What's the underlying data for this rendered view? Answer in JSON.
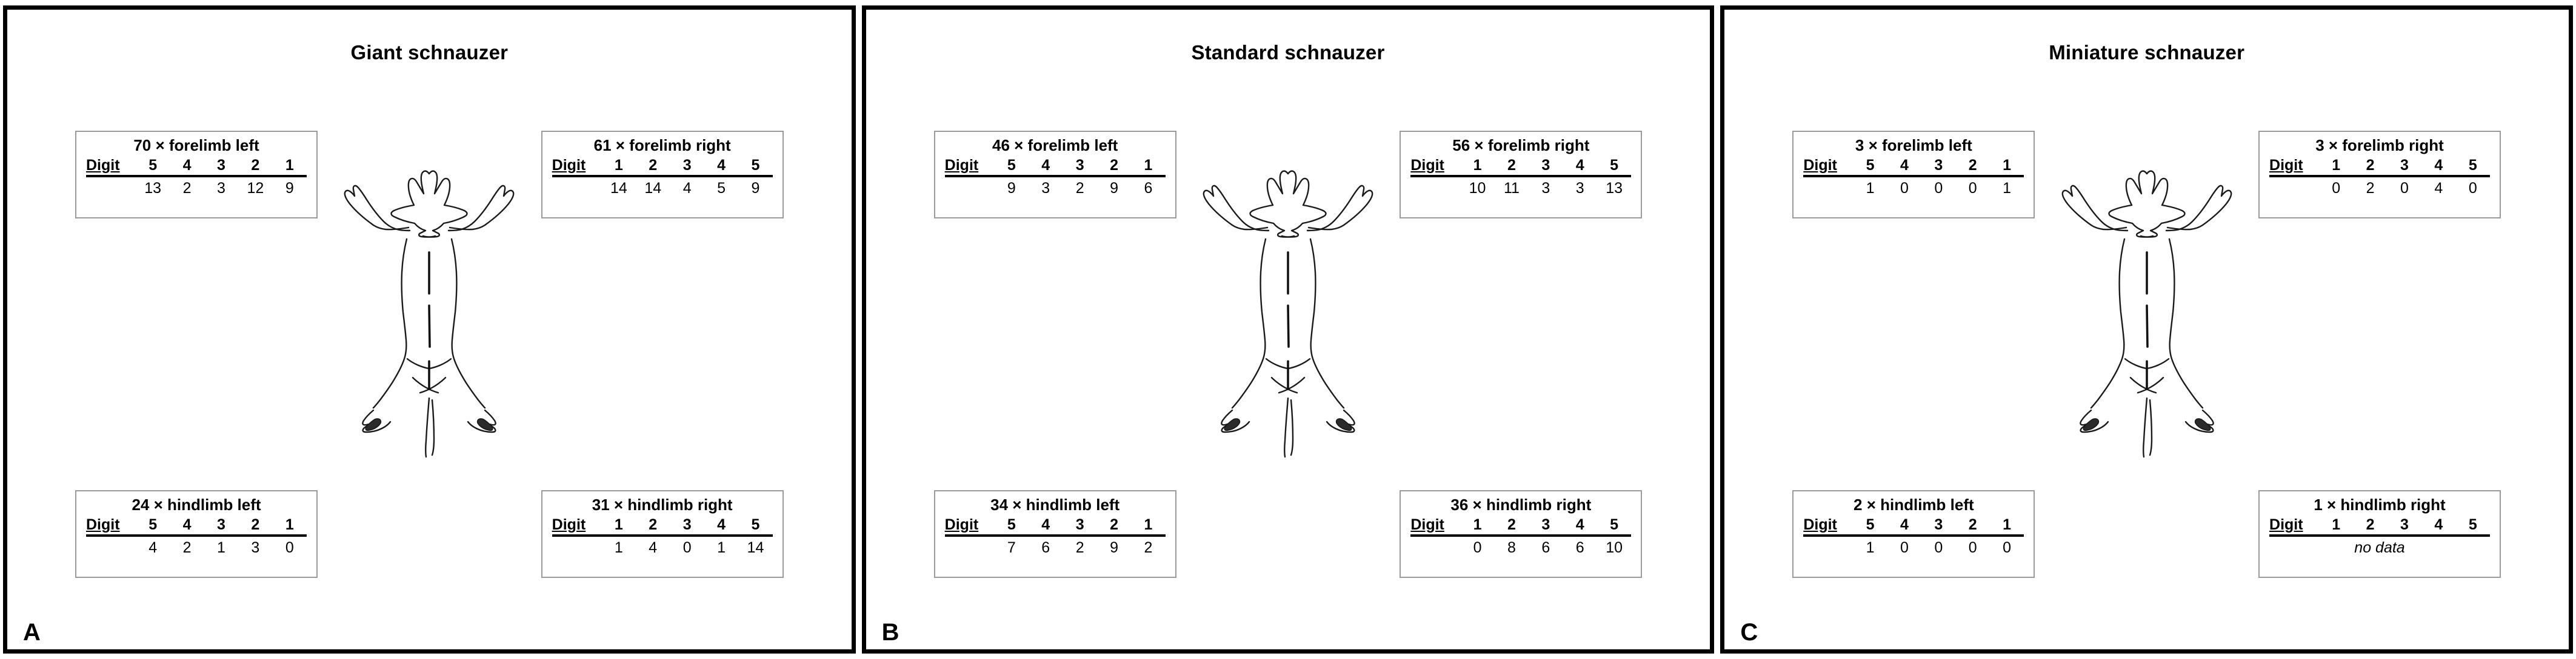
{
  "figure": {
    "panels": [
      {
        "letter": "A",
        "title": "Giant schnauzer",
        "boxes": {
          "forelimb_left": {
            "title": "70 × forelimb left",
            "digit_label": "Digit",
            "digits": [
              "5",
              "4",
              "3",
              "2",
              "1"
            ],
            "values": [
              "13",
              "2",
              "3",
              "12",
              "9"
            ],
            "count": 70,
            "limb": "forelimb",
            "side": "left"
          },
          "forelimb_right": {
            "title": "61 × forelimb right",
            "digit_label": "Digit",
            "digits": [
              "1",
              "2",
              "3",
              "4",
              "5"
            ],
            "values": [
              "14",
              "14",
              "4",
              "5",
              "9"
            ],
            "count": 61,
            "limb": "forelimb",
            "side": "right"
          },
          "hindlimb_left": {
            "title": "24 × hindlimb left",
            "digit_label": "Digit",
            "digits": [
              "5",
              "4",
              "3",
              "2",
              "1"
            ],
            "values": [
              "4",
              "2",
              "1",
              "3",
              "0"
            ],
            "count": 24,
            "limb": "hindlimb",
            "side": "left"
          },
          "hindlimb_right": {
            "title": "31 × hindlimb right",
            "digit_label": "Digit",
            "digits": [
              "1",
              "2",
              "3",
              "4",
              "5"
            ],
            "values": [
              "1",
              "4",
              "0",
              "1",
              "14"
            ],
            "count": 31,
            "limb": "hindlimb",
            "side": "right"
          }
        }
      },
      {
        "letter": "B",
        "title": "Standard schnauzer",
        "boxes": {
          "forelimb_left": {
            "title": "46 × forelimb left",
            "digit_label": "Digit",
            "digits": [
              "5",
              "4",
              "3",
              "2",
              "1"
            ],
            "values": [
              "9",
              "3",
              "2",
              "9",
              "6"
            ],
            "count": 46,
            "limb": "forelimb",
            "side": "left"
          },
          "forelimb_right": {
            "title": "56 × forelimb right",
            "digit_label": "Digit",
            "digits": [
              "1",
              "2",
              "3",
              "4",
              "5"
            ],
            "values": [
              "10",
              "11",
              "3",
              "3",
              "13"
            ],
            "count": 56,
            "limb": "forelimb",
            "side": "right"
          },
          "hindlimb_left": {
            "title": "34 × hindlimb left",
            "digit_label": "Digit",
            "digits": [
              "5",
              "4",
              "3",
              "2",
              "1"
            ],
            "values": [
              "7",
              "6",
              "2",
              "9",
              "2"
            ],
            "count": 34,
            "limb": "hindlimb",
            "side": "left"
          },
          "hindlimb_right": {
            "title": "36 × hindlimb right",
            "digit_label": "Digit",
            "digits": [
              "1",
              "2",
              "3",
              "4",
              "5"
            ],
            "values": [
              "0",
              "8",
              "6",
              "6",
              "10"
            ],
            "count": 36,
            "limb": "hindlimb",
            "side": "right"
          }
        }
      },
      {
        "letter": "C",
        "title": "Miniature schnauzer",
        "boxes": {
          "forelimb_left": {
            "title": "3 × forelimb left",
            "digit_label": "Digit",
            "digits": [
              "5",
              "4",
              "3",
              "2",
              "1"
            ],
            "values": [
              "1",
              "0",
              "0",
              "0",
              "1"
            ],
            "count": 3,
            "limb": "forelimb",
            "side": "left"
          },
          "forelimb_right": {
            "title": "3 × forelimb right",
            "digit_label": "Digit",
            "digits": [
              "1",
              "2",
              "3",
              "4",
              "5"
            ],
            "values": [
              "0",
              "2",
              "0",
              "4",
              "0"
            ],
            "count": 3,
            "limb": "forelimb",
            "side": "right"
          },
          "hindlimb_left": {
            "title": "2 × hindlimb left",
            "digit_label": "Digit",
            "digits": [
              "5",
              "4",
              "3",
              "2",
              "1"
            ],
            "values": [
              "1",
              "0",
              "0",
              "0",
              "0"
            ],
            "count": 2,
            "limb": "hindlimb",
            "side": "left"
          },
          "hindlimb_right": {
            "title": "1 × hindlimb right",
            "digit_label": "Digit",
            "digits": [
              "1",
              "2",
              "3",
              "4",
              "5"
            ],
            "values": [],
            "no_data_text": "no data",
            "count": 1,
            "limb": "hindlimb",
            "side": "right"
          }
        }
      }
    ],
    "dog_figure": {
      "name": "dog-ventral-outline",
      "description": "outline of a dog seen from below with forelimbs raised and hindlimbs splayed"
    },
    "colors": {
      "panel_border": "#000000",
      "box_border": "#9a9a9a",
      "rule": "#000000",
      "text": "#000000",
      "background": "#ffffff"
    }
  }
}
